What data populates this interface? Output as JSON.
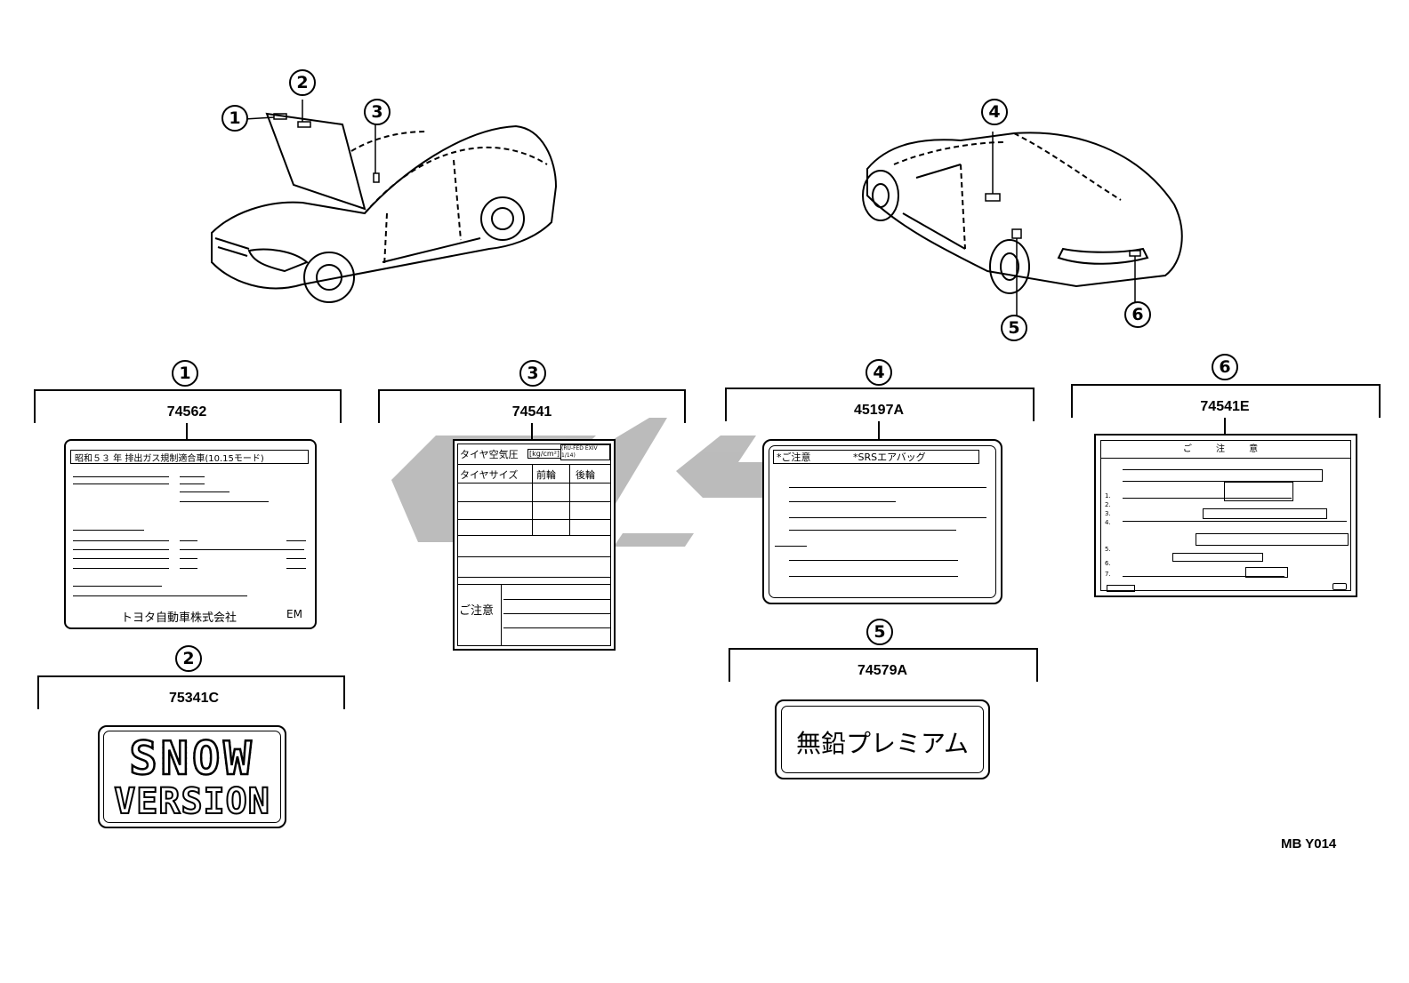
{
  "callouts": [
    "1",
    "2",
    "3",
    "4",
    "5",
    "6"
  ],
  "parts": {
    "p1": {
      "num": "74562",
      "header": "昭和５３ 年 排出ガス規制適合車(10.15モード)",
      "maker": "トヨタ自動車株式会社",
      "code": "EM"
    },
    "p2": {
      "num": "75341C",
      "line1": "SNOW",
      "line2": "VERSION"
    },
    "p3": {
      "num": "74541",
      "h1": "タイヤ空気圧",
      "unit": "[kg/cm²]",
      "h3": "(RU-FED EXIV 1/14)",
      "c1": "タイヤサイズ",
      "c2": "前輪",
      "c3": "後輪",
      "caution": "ご注意"
    },
    "p4": {
      "num": "45197A",
      "h1": "*ご注意",
      "h2": "*SRSエアバッグ"
    },
    "p5": {
      "num": "74579A",
      "text": "無鉛プレミアム"
    },
    "p6": {
      "num": "74541E",
      "title": "ご 注 意",
      "items": [
        "1.",
        "2.",
        "3.",
        "4.",
        "5.",
        "6.",
        "7."
      ]
    }
  },
  "diagram_code": "MB Y014"
}
